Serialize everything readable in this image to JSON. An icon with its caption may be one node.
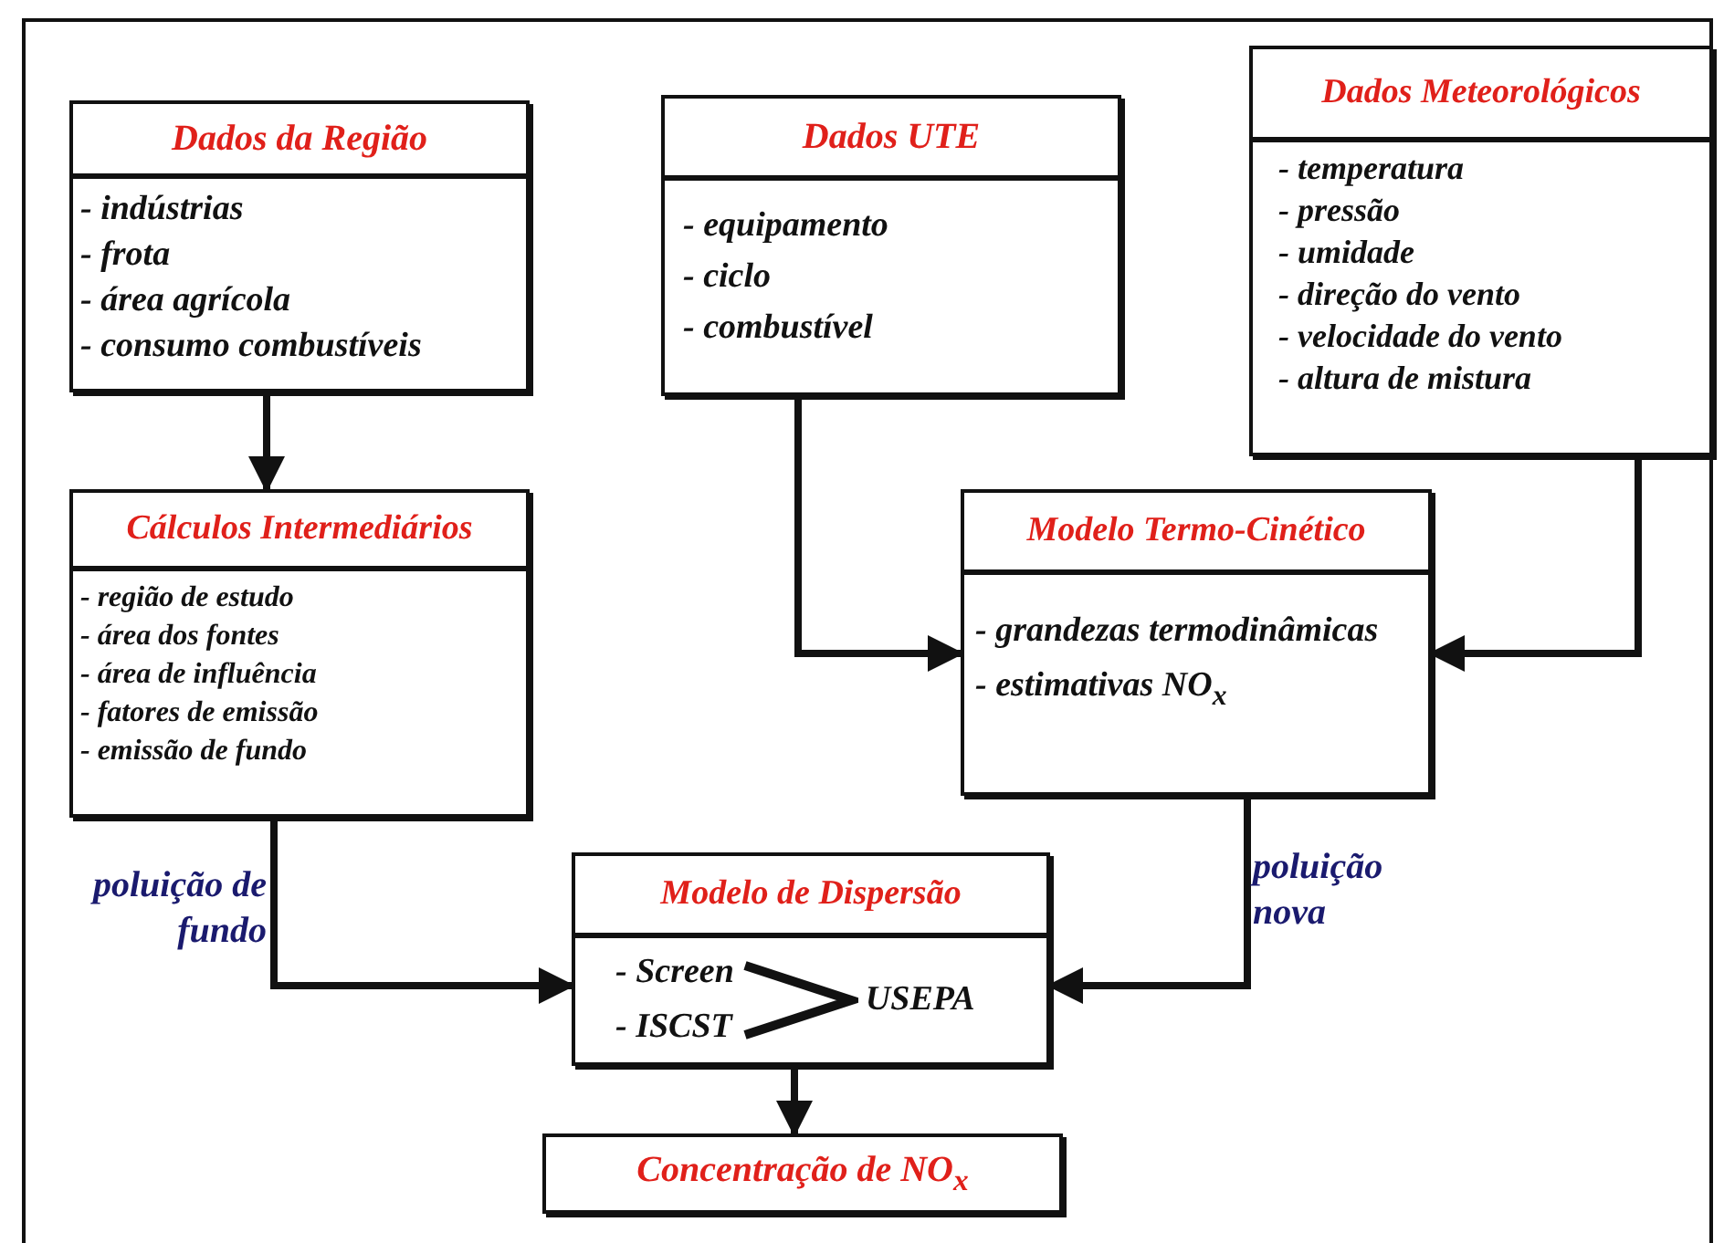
{
  "diagram": {
    "nodes": [
      {
        "text": [
          "Dados da Região",
          "- indústrias",
          "- frota",
          "- área agrícola",
          "- consumo combustíveis"
        ]
      },
      {
        "text": [
          "Dados UTE",
          "- equipamento",
          "- ciclo",
          "- combustível"
        ]
      },
      {
        "text": [
          "Dados Meteorológicos",
          "- temperatura",
          "- pressão",
          "- umidade",
          "- direção do vento",
          "- velocidade do vento",
          "- altura de mistura"
        ]
      },
      {
        "text": [
          "Cálculos Intermediários",
          "- região de estudo",
          "- área dos fontes",
          "- área de influência",
          "- fatores de emissão",
          "- emissão de fundo"
        ]
      },
      {
        "text": [
          "Modelo Termo-Cinético",
          "- grandezas termodinâmicas",
          "- estimativas NO$_{x}$"
        ]
      },
      {
        "text": [
          "Modelo de Dispersão",
          "- Screen",
          "- ISCST",
          "USEPA"
        ]
      },
      {
        "text": [
          "Concentração de NO$_{x}$"
        ]
      }
    ],
    "edges": [
      {
        "from": 0,
        "to": 3,
        "arrow": "to"
      },
      {
        "from": 1,
        "to": 4,
        "arrow": "to"
      },
      {
        "from": 2,
        "to": 4,
        "arrow": "to"
      },
      {
        "from": 3,
        "to": 5,
        "arrow": "to",
        "label": "poluição de fundo"
      },
      {
        "from": 4,
        "to": 5,
        "arrow": "to",
        "label": "poluição nova"
      },
      {
        "from": 5,
        "to": 6,
        "arrow": "to"
      }
    ]
  }
}
